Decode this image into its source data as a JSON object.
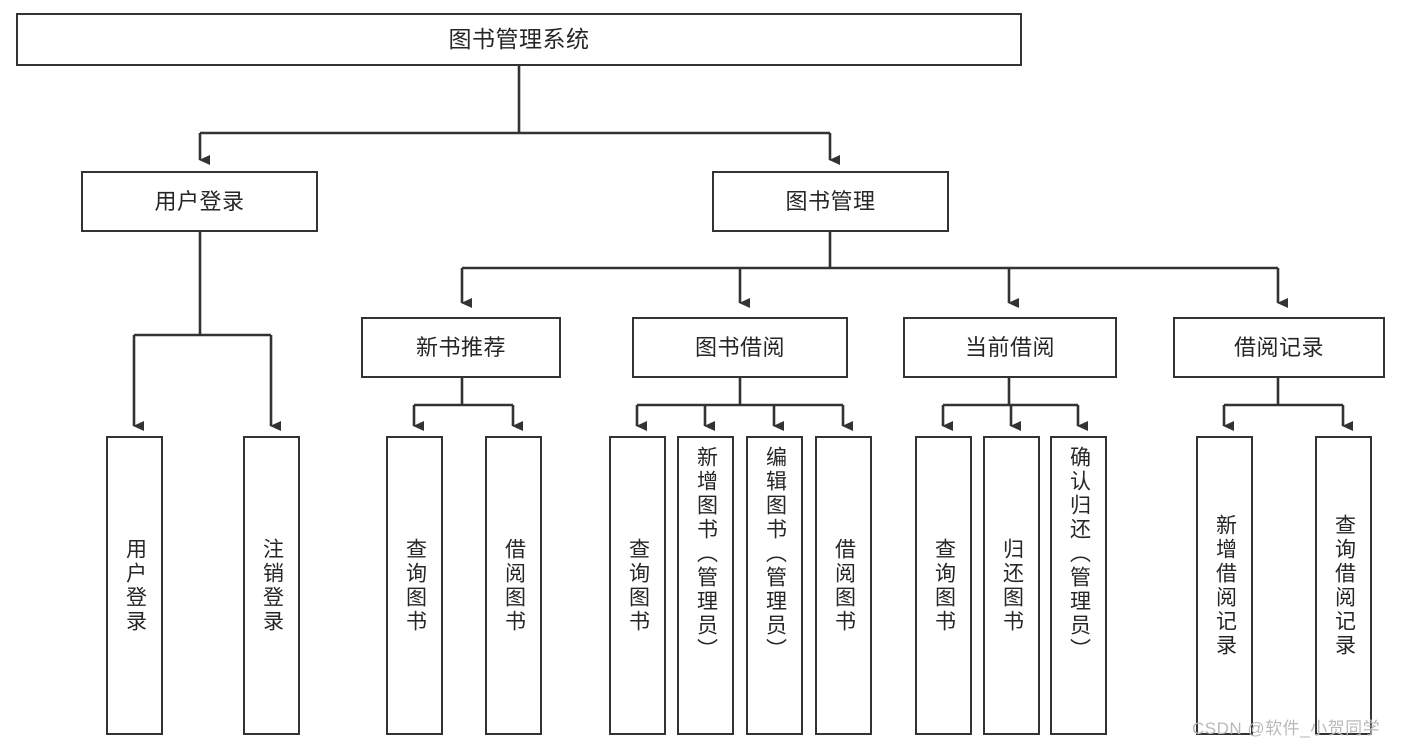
{
  "diagram": {
    "title": "图书管理系统",
    "type": "tree-hierarchy-chart",
    "watermark": "CSDN @软件_小贺同学",
    "colors": {
      "box_border": "#333333",
      "box_fill": "#ffffff",
      "text": "#262626",
      "connector": "#333333",
      "watermark": "#b9b9b9",
      "background": "#ffffff"
    },
    "nodes": {
      "root": {
        "label": "图书管理系统"
      },
      "level2": [
        {
          "id": "user-login",
          "label": "用户登录"
        },
        {
          "id": "book-manage",
          "label": "图书管理"
        }
      ],
      "level3": [
        {
          "id": "new-book-recommend",
          "label": "新书推荐"
        },
        {
          "id": "book-borrow",
          "label": "图书借阅"
        },
        {
          "id": "current-borrow",
          "label": "当前借阅"
        },
        {
          "id": "borrow-record",
          "label": "借阅记录"
        }
      ],
      "leaves": {
        "user-login": [
          {
            "id": "leaf-user-login",
            "label": "用户登录"
          },
          {
            "id": "leaf-logout-login",
            "label": "注销登录"
          }
        ],
        "new-book-recommend": [
          {
            "id": "leaf-query-book-1",
            "label": "查询图书"
          },
          {
            "id": "leaf-borrow-book-1",
            "label": "借阅图书"
          }
        ],
        "book-borrow": [
          {
            "id": "leaf-query-book-2",
            "label": "查询图书"
          },
          {
            "id": "leaf-add-book",
            "label": "新增图书（管理员）"
          },
          {
            "id": "leaf-edit-book",
            "label": "编辑图书（管理员）"
          },
          {
            "id": "leaf-borrow-book-2",
            "label": "借阅图书"
          }
        ],
        "current-borrow": [
          {
            "id": "leaf-query-book-3",
            "label": "查询图书"
          },
          {
            "id": "leaf-return-book",
            "label": "归还图书"
          },
          {
            "id": "leaf-confirm-return",
            "label": "确认归还（管理员）"
          }
        ],
        "borrow-record": [
          {
            "id": "leaf-add-record",
            "label": "新增借阅记录"
          },
          {
            "id": "leaf-query-record",
            "label": "查询借阅记录"
          }
        ]
      }
    }
  }
}
